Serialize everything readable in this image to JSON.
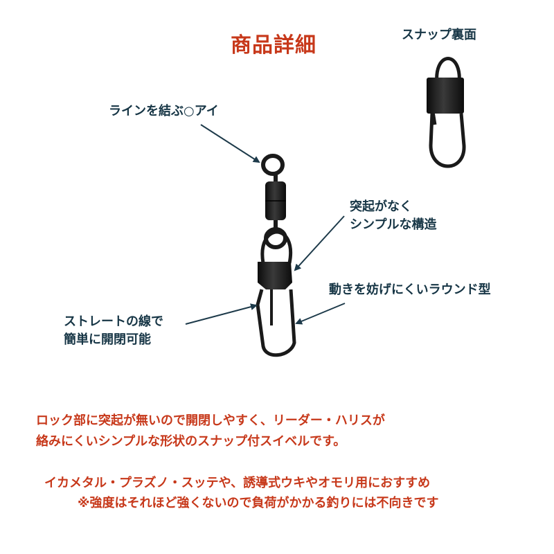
{
  "title": "商品詳細",
  "labels": {
    "snap_back": "スナップ裏面",
    "line_eye": "ラインを結ぶ○アイ",
    "no_protrusion_1": "突起がなく",
    "no_protrusion_2": "シンプルな構造",
    "round_shape": "動きを妨げにくいラウンド型",
    "straight_1": "ストレートの線で",
    "straight_2": "簡単に開閉可能"
  },
  "description": {
    "line1": "ロック部に突起が無いので開閉しやすく、リーダー・ハリスが",
    "line2": "絡みにくいシンプルな形状のスナップ付スイベルです。",
    "line3": "イカメタル・プラズノ・スッテや、誘導式ウキやオモリ用におすすめ",
    "line4": "※強度はそれほど強くないので負荷がかかる釣りには不向きです"
  },
  "colors": {
    "accent": "#c7381a",
    "label_text": "#163545",
    "arrow": "#1d3a4a",
    "metal": "#1a1a1a"
  }
}
